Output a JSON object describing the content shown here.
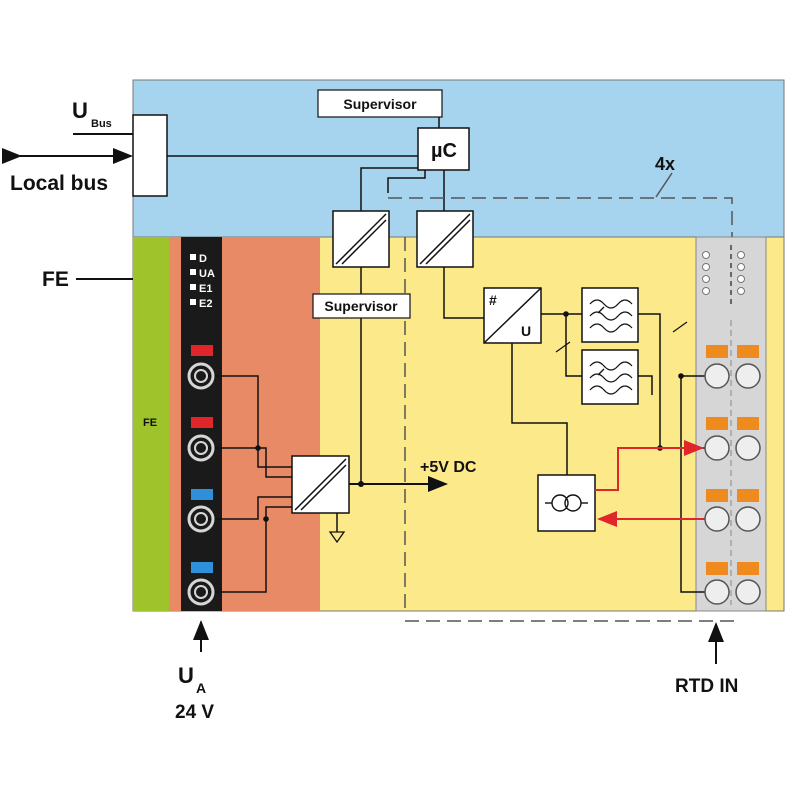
{
  "labels": {
    "ubus_main": "U",
    "ubus_sub": "Bus",
    "local_bus": "Local bus",
    "fe_left": "FE",
    "fe_strip": "FE",
    "supervisor_top": "Supervisor",
    "supervisor_mid": "Supervisor",
    "uc": "µC",
    "channels": "4x",
    "dc_out": "+5V DC",
    "ua_main": "U",
    "ua_sub": "A",
    "ua_voltage": "24 V",
    "rtd_in": "RTD IN",
    "adc_hash": "#",
    "adc_u": "U"
  },
  "leds": [
    "D",
    "UA",
    "E1",
    "E2"
  ],
  "colors": {
    "bus_area": "#a6d4ee",
    "field_area": "#fbe98a",
    "power_area": "#e98a67",
    "fe_strip": "#9ec32b",
    "terminal_block": "#1a1a1a",
    "connector_gray": "#d6d6d6",
    "terminal_orange": "#ef8a1f",
    "red_plug": "#e0262a",
    "blue_plug": "#2f8fd8",
    "signal_red": "#e0262a"
  }
}
